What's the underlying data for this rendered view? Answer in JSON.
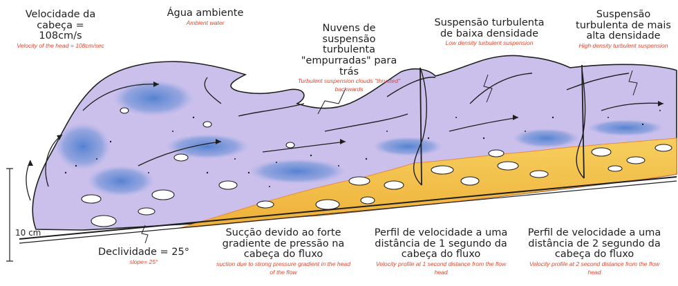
{
  "labels": {
    "head_velocity": {
      "pt": "Velocidade da cabeça = 108cm/s",
      "en": "Velocity of the head = 108cm/sec"
    },
    "ambient_water": {
      "pt": "Água ambiente",
      "en": "Ambient water"
    },
    "turbulent_clouds": {
      "pt": "Nuvens de suspensão turbulenta \"empurradas\" para trás",
      "en": "Turbulent suspension clouds \"thrusted\" backwards"
    },
    "low_density": {
      "pt": "Suspensão turbulenta de baixa densidade",
      "en": "Low density turbulent suspension"
    },
    "high_density": {
      "pt": "Suspensão turbulenta de mais alta densidade",
      "en": "High density turbulent suspension"
    },
    "slope": {
      "pt": "Declividade = 25°",
      "en": "slope= 25°"
    },
    "suction": {
      "pt": "Sucção devido ao forte gradiente de pressão na cabeça do fluxo",
      "en": "suction due to strong pressure gradient in the head of the flow"
    },
    "profile_1s": {
      "pt": "Perfil de velocidade a uma distância de 1 segundo da cabeça do fluxo",
      "en": "Velocity profile at 1 second distance from the flow head"
    },
    "profile_2s": {
      "pt": "Perfil de velocidade a uma distância de 2 segundo da cabeça do fluxo",
      "en": "Velocity profile at 2 second distance from the flow head"
    },
    "scale": "10 cm"
  },
  "colors": {
    "suspension": "#cbbfec",
    "dense_suspension": "#6f93d6",
    "deposit": "#f3c04a",
    "deposit_edge": "#ea8a3a",
    "outline": "#1e1e1e",
    "english_text": "#e4462e"
  }
}
